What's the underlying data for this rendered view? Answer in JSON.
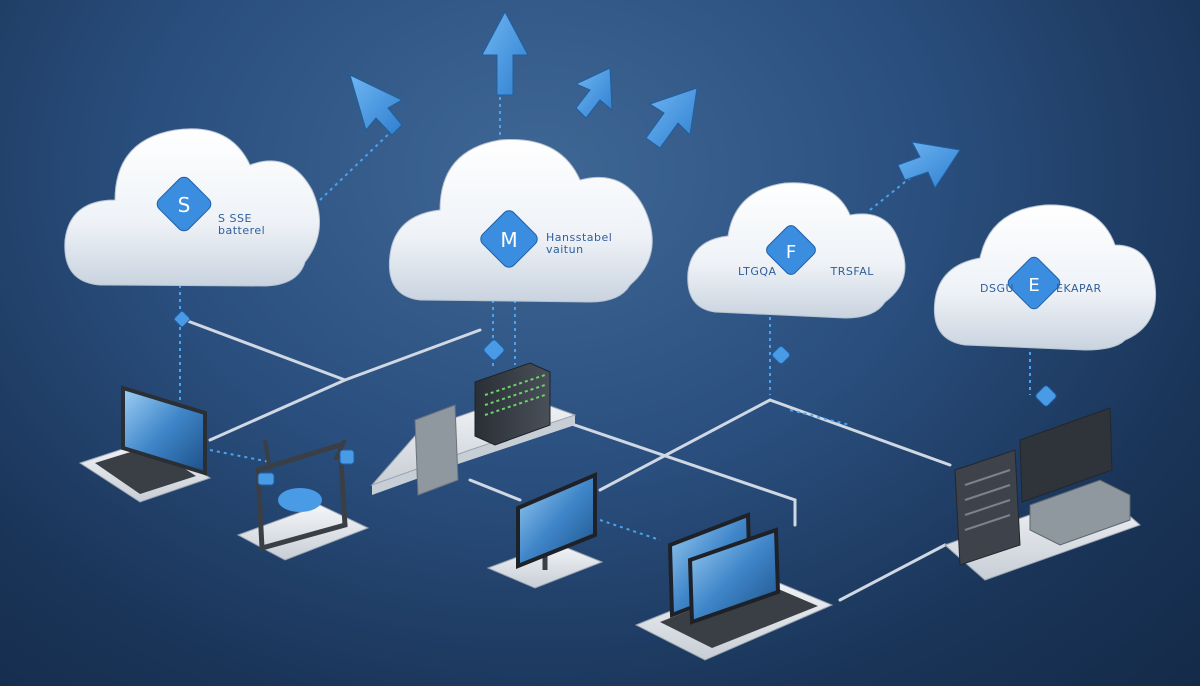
{
  "scene": {
    "background_color": "#1f3d66",
    "accent_color": "#4a9be6",
    "cloud_color": "#f2f5f9"
  },
  "clouds": [
    {
      "name": "cloud-1",
      "label_line1": "S SSE",
      "label_line2": "batterel",
      "icon": "cloud-node-icon"
    },
    {
      "name": "cloud-2",
      "label_line1": "Hansstabel",
      "label_line2": "vaitun",
      "icon": "cloud-node-icon"
    },
    {
      "name": "cloud-3",
      "label_line1": "LTGQA",
      "label_line2": "TRSFAL",
      "icon": "cloud-node-icon"
    },
    {
      "name": "cloud-4",
      "label_line1": "DSGU",
      "label_line2": "EKAPAR",
      "icon": "cloud-node-icon"
    }
  ],
  "devices": [
    {
      "name": "laptop-left",
      "icon": "laptop-icon"
    },
    {
      "name": "router-device",
      "icon": "router-icon"
    },
    {
      "name": "server-center",
      "icon": "server-icon"
    },
    {
      "name": "monitor-center",
      "icon": "monitor-icon"
    },
    {
      "name": "laptop-front",
      "icon": "laptop-icon"
    },
    {
      "name": "server-rack-right",
      "icon": "server-rack-icon"
    }
  ]
}
